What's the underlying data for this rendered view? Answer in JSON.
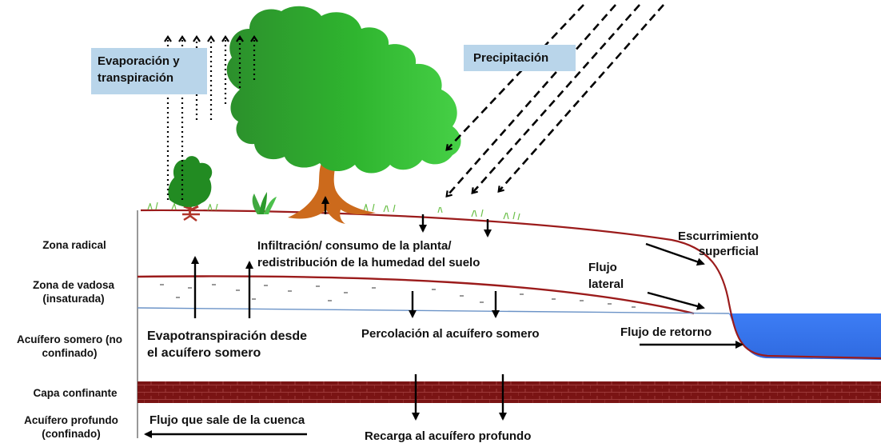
{
  "labels": {
    "evaporation": "Evaporación y\ntranspiración",
    "precipitation": "Precipitación",
    "surface_runoff": "Escurrimiento\nsuperficial",
    "infiltration": "Infiltración/  consumo de la planta/\nredistribución  de la humedad del suelo",
    "lateral_flow": "Flujo\nlateral",
    "return_flow": "Flujo de retorno",
    "evapotranspiration_shallow": "Evapotranspiración desde\nel acuífero somero",
    "percolation": "Percolación al acuífero somero",
    "outflow": "Flujo que sale de la cuenca",
    "deep_recharge": "Recarga al acuífero profundo"
  },
  "zones": {
    "root_zone": "Zona radical",
    "vadose_zone": "Zona de vadosa\n(insaturada)",
    "shallow_aquifer": "Acuífero somero (no\nconfinado)",
    "confining_layer": "Capa confinante",
    "deep_aquifer": "Acuífero profundo\n(confinado)"
  },
  "colors": {
    "tree_foliage": "#2fb52f",
    "tree_trunk": "#cc6a1c",
    "soil_line": "#9b1b1b",
    "water": "#3d7df5",
    "water_table": "#6b93c7",
    "confining_layer": "#7a1414",
    "label_box": "#b9d5ea"
  }
}
